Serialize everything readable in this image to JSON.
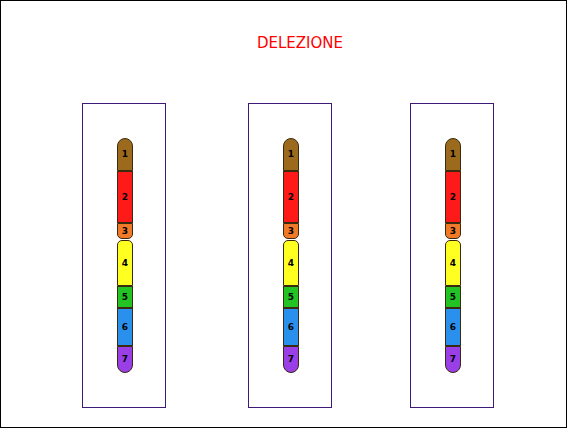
{
  "diagram": {
    "title": "DELEZIONE",
    "nodes": [
      {
        "text": []
      },
      {
        "text": [
          "1"
        ],
        "in": 0
      },
      {
        "text": [
          "2"
        ],
        "in": 0
      },
      {
        "text": [
          "3"
        ],
        "in": 0
      },
      {
        "text": [
          "4"
        ],
        "in": 0
      },
      {
        "text": [
          "5"
        ],
        "in": 0
      },
      {
        "text": [
          "6"
        ],
        "in": 0
      },
      {
        "text": [
          "7"
        ],
        "in": 0
      },
      {
        "text": []
      },
      {
        "text": [
          "1"
        ],
        "in": 8
      },
      {
        "text": [
          "2"
        ],
        "in": 8
      },
      {
        "text": [
          "3"
        ],
        "in": 8
      },
      {
        "text": [
          "4"
        ],
        "in": 8
      },
      {
        "text": [
          "5"
        ],
        "in": 8
      },
      {
        "text": [
          "6"
        ],
        "in": 8
      },
      {
        "text": [
          "7"
        ],
        "in": 8
      },
      {
        "text": []
      },
      {
        "text": [
          "1"
        ],
        "in": 16
      },
      {
        "text": [
          "2"
        ],
        "in": 16
      },
      {
        "text": [
          "3"
        ],
        "in": 16
      },
      {
        "text": [
          "4"
        ],
        "in": 16
      },
      {
        "text": [
          "5"
        ],
        "in": 16
      },
      {
        "text": [
          "6"
        ],
        "in": 16
      },
      {
        "text": [
          "7"
        ],
        "in": 16
      }
    ]
  }
}
